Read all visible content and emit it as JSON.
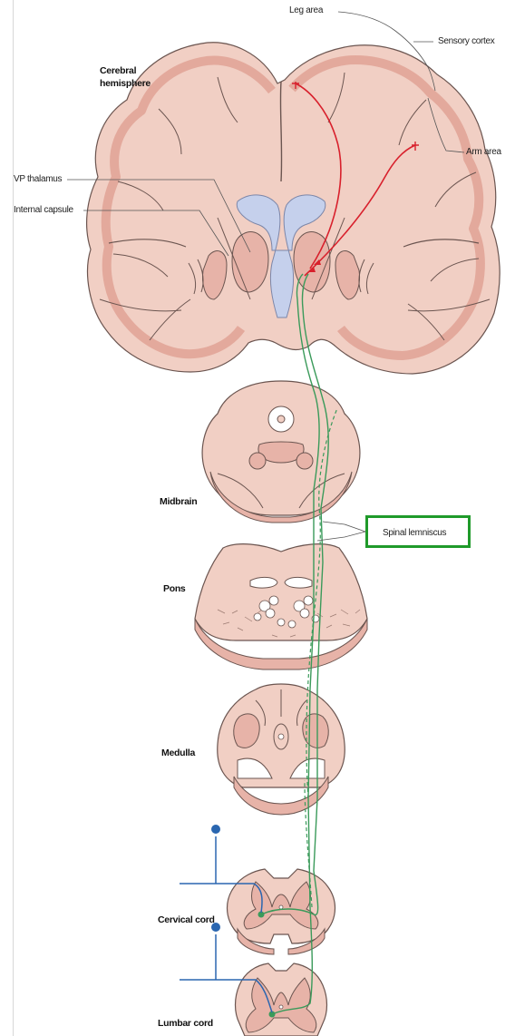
{
  "labels": {
    "leg_area": "Leg area",
    "sensory_cortex": "Sensory cortex",
    "cerebral_hemisphere_line1": "Cerebral",
    "cerebral_hemisphere_line2": "hemisphere",
    "arm_area": "Arm area",
    "vp_thalamus": "VP thalamus",
    "internal_capsule": "Internal capsule",
    "midbrain": "Midbrain",
    "spinal_lemniscus": "Spinal lemniscus",
    "pons": "Pons",
    "medulla": "Medulla",
    "cervical_cord": "Cervical cord",
    "lumbar_cord": "Lumbar cord"
  },
  "colors": {
    "brain_tissue": "#f1cfc4",
    "brain_outline": "#6b5550",
    "grey_matter": "#e7b3a8",
    "ventricle": "#c5d0ec",
    "pathway_green": "#3a9a5a",
    "pathway_red": "#d8202c",
    "afferent_blue": "#2a66b0",
    "highlight_box": "#1f9a2a"
  }
}
